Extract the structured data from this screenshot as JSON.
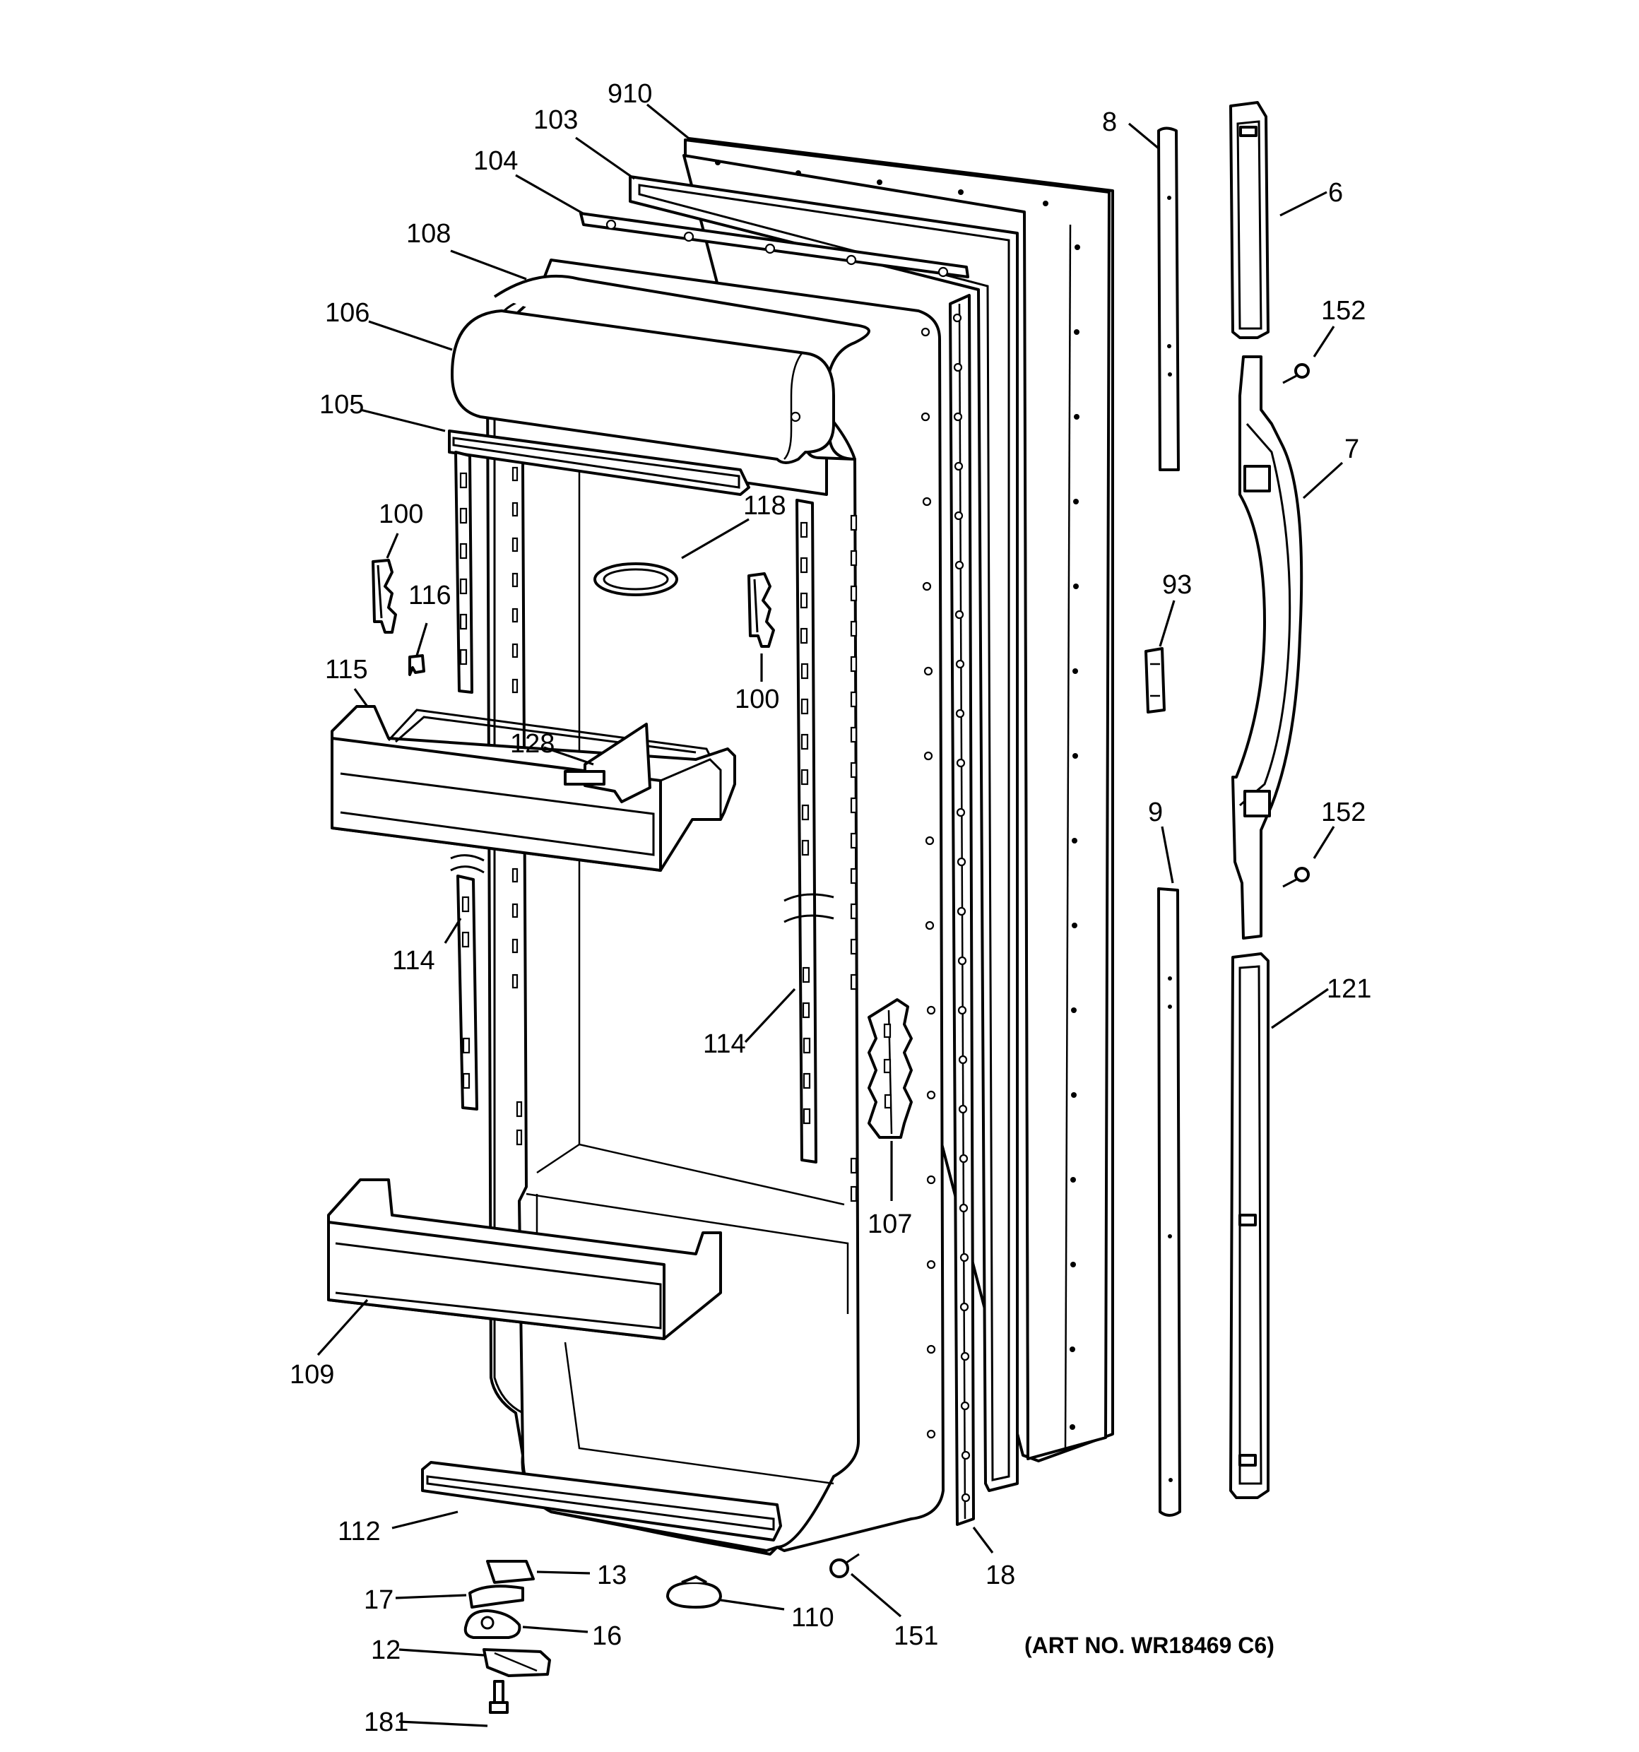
{
  "diagram": {
    "art_number": "(ART NO. WR18469 C6)",
    "callouts": [
      {
        "id": "910",
        "label": "910"
      },
      {
        "id": "103",
        "label": "103"
      },
      {
        "id": "104",
        "label": "104"
      },
      {
        "id": "108",
        "label": "108"
      },
      {
        "id": "106",
        "label": "106"
      },
      {
        "id": "105",
        "label": "105"
      },
      {
        "id": "100a",
        "label": "100"
      },
      {
        "id": "116",
        "label": "116"
      },
      {
        "id": "118",
        "label": "118"
      },
      {
        "id": "100b",
        "label": "100"
      },
      {
        "id": "115",
        "label": "115"
      },
      {
        "id": "128",
        "label": "128"
      },
      {
        "id": "114a",
        "label": "114"
      },
      {
        "id": "114b",
        "label": "114"
      },
      {
        "id": "107",
        "label": "107"
      },
      {
        "id": "109",
        "label": "109"
      },
      {
        "id": "112",
        "label": "112"
      },
      {
        "id": "13",
        "label": "13"
      },
      {
        "id": "17",
        "label": "17"
      },
      {
        "id": "16",
        "label": "16"
      },
      {
        "id": "12",
        "label": "12"
      },
      {
        "id": "181",
        "label": "181"
      },
      {
        "id": "110",
        "label": "110"
      },
      {
        "id": "151",
        "label": "151"
      },
      {
        "id": "18",
        "label": "18"
      },
      {
        "id": "8",
        "label": "8"
      },
      {
        "id": "6",
        "label": "6"
      },
      {
        "id": "152a",
        "label": "152"
      },
      {
        "id": "7",
        "label": "7"
      },
      {
        "id": "93",
        "label": "93"
      },
      {
        "id": "9",
        "label": "9"
      },
      {
        "id": "152b",
        "label": "152"
      },
      {
        "id": "121",
        "label": "121"
      }
    ]
  }
}
